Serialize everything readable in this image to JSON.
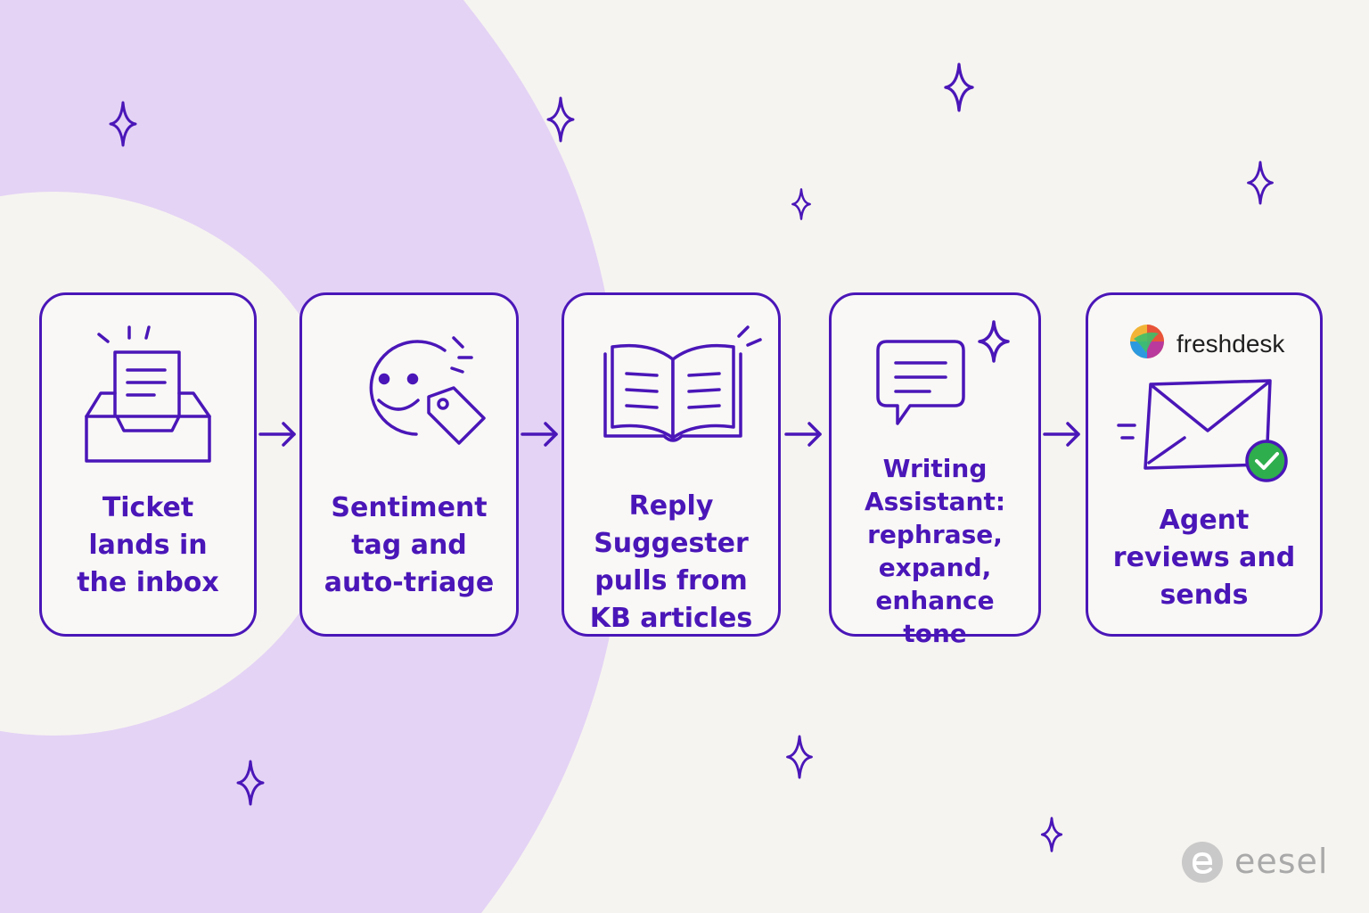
{
  "steps": [
    {
      "label": "Ticket\nlands in\nthe inbox",
      "icon": "inbox-tray-icon"
    },
    {
      "label": "Sentiment\ntag and\nauto-triage",
      "icon": "smiley-tag-icon"
    },
    {
      "label": "Reply Suggester\npulls from\nKB articles",
      "icon": "open-book-icon"
    },
    {
      "label": "Writing\nAssistant:\nrephrase,\nexpand,\nenhance tone",
      "icon": "chat-bubble-icon"
    },
    {
      "label": "Agent\nreviews and\nsends",
      "icon": "envelope-check-icon"
    }
  ],
  "freshdesk": {
    "name": "freshdesk",
    "icon": "freshdesk-logo-icon"
  },
  "eesel": {
    "name": "eesel",
    "icon": "eesel-logo-icon"
  },
  "colors": {
    "accent": "#4a16b8",
    "background": "#f6f4f0",
    "blob": "#e4d3f5",
    "check": "#2fae4d"
  }
}
